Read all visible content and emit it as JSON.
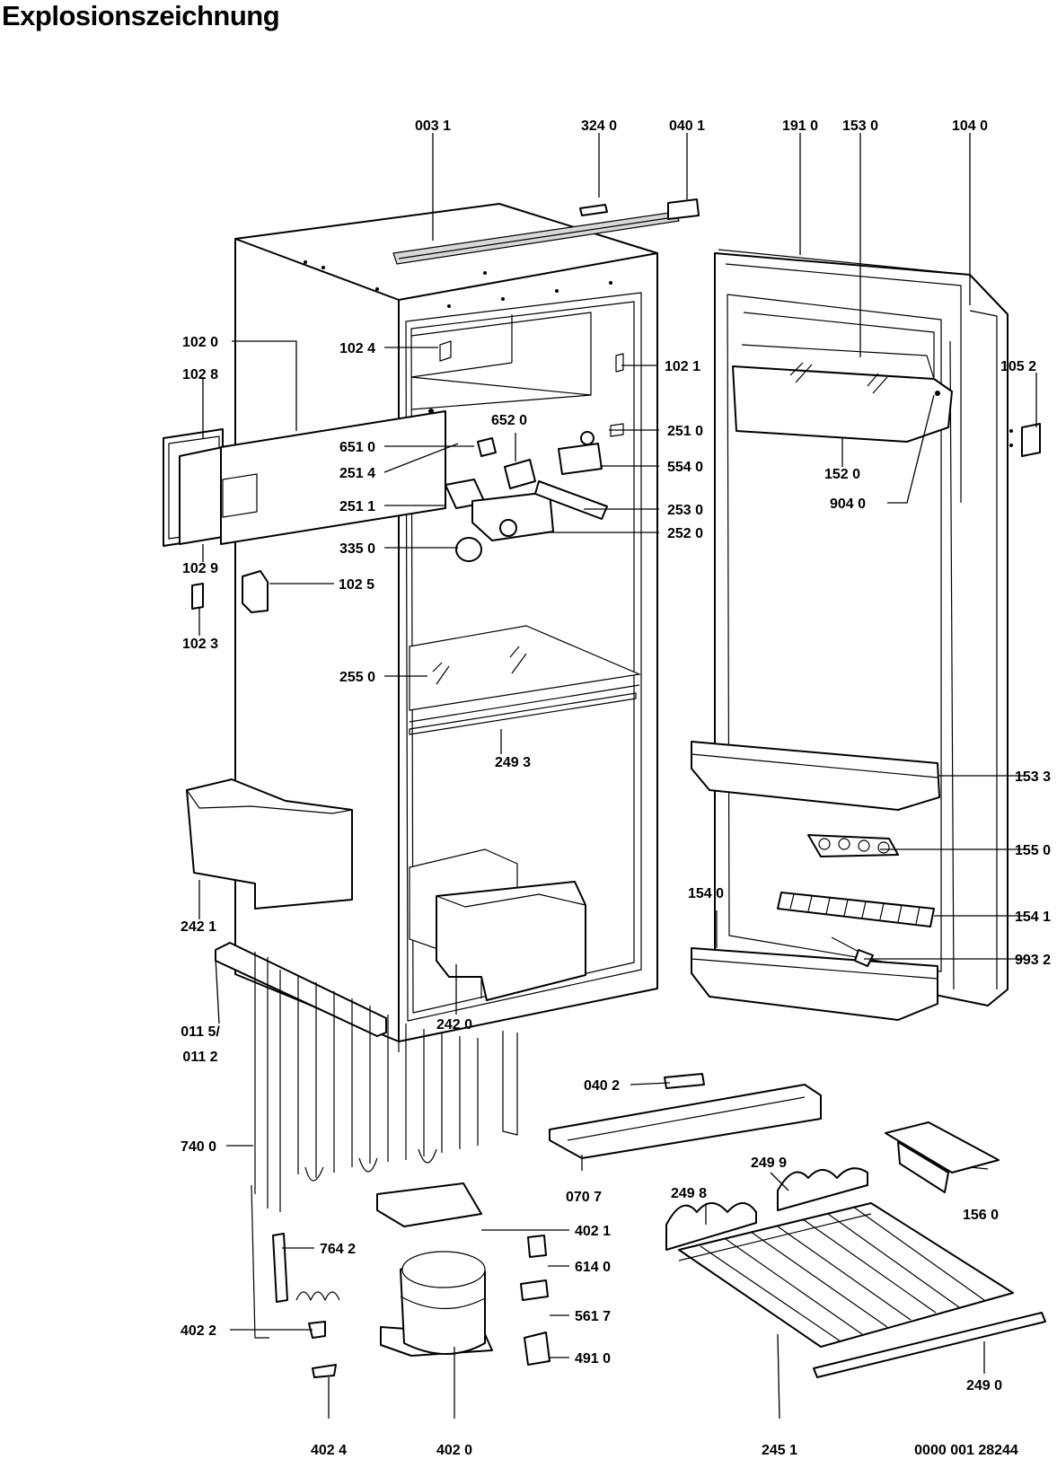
{
  "title": "Explosionszeichnung",
  "drawing_number": "0000 001 28244",
  "labels": {
    "p0031": "003 1",
    "p3240": "324 0",
    "p0401": "040 1",
    "p1910": "191 0",
    "p1530": "153 0",
    "p1040": "104 0",
    "p1020": "102 0",
    "p1028": "102 8",
    "p1024": "102 4",
    "p1021": "102 1",
    "p1052": "105 2",
    "p6520": "652 0",
    "p6510": "651 0",
    "p2510": "251 0",
    "p2514": "251 4",
    "p5540": "554 0",
    "p1520": "152 0",
    "p2511": "251 1",
    "p2530": "253 0",
    "p9040": "904 0",
    "p2520": "252 0",
    "p3350": "335 0",
    "p1029": "102 9",
    "p1025": "102 5",
    "p1023": "102 3",
    "p2550": "255 0",
    "p2493": "249 3",
    "p1533": "153 3",
    "p1550": "155 0",
    "p1540": "154 0",
    "p1541": "154 1",
    "p2421": "242 1",
    "p9932": "993 2",
    "p2420": "242 0",
    "p0115": "011 5/",
    "p0112": "011 2",
    "p0402": "040 2",
    "p7400": "740 0",
    "p2499": "249 9",
    "p2498": "249 8",
    "p0707": "070 7",
    "p1560": "156 0",
    "p4021": "402 1",
    "p7642": "764 2",
    "p6140": "614 0",
    "p5617": "561 7",
    "p4022": "402 2",
    "p4910": "491 0",
    "p2490": "249 0",
    "p4024": "402 4",
    "p4020": "402 0",
    "p2451": "245 1"
  }
}
